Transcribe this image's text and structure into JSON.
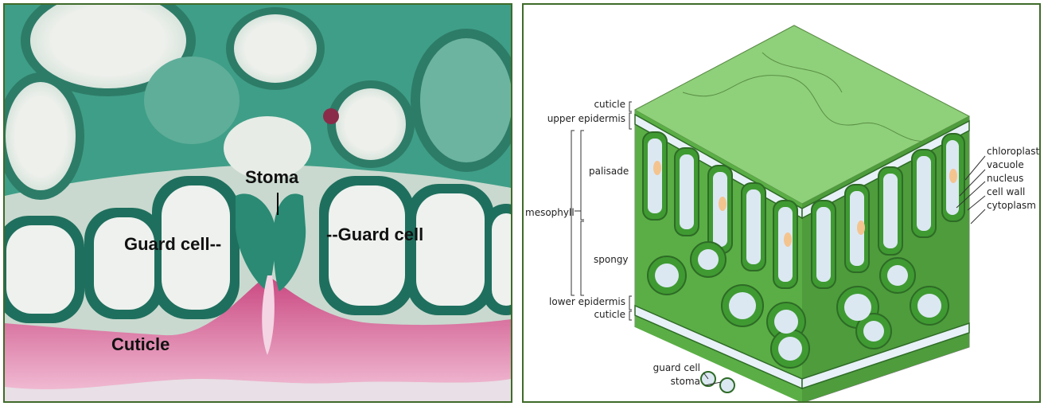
{
  "micrograph": {
    "labels": {
      "stoma": "Stoma",
      "guard_cell_left": "Guard cell--",
      "guard_cell_right": "--Guard cell",
      "cuticle": "Cuticle"
    }
  },
  "diagram": {
    "left_labels": {
      "cuticle_top": "cuticle",
      "upper_epidermis": "upper epidermis",
      "palisade": "palisade",
      "mesophyll": "mesophyll",
      "spongy": "spongy",
      "lower_epidermis": "lower epidermis",
      "cuticle_bottom": "cuticle"
    },
    "right_labels": {
      "chloroplast": "chloroplast",
      "vacuole": "vacuole",
      "nucleus": "nucleus",
      "cell_wall": "cell wall",
      "cytoplasm": "cytoplasm"
    },
    "bottom_labels": {
      "guard_cell": "guard cell",
      "stoma": "stoma"
    }
  },
  "colors": {
    "frame": "#3f6b2a",
    "cell_green": "#2e8a6e",
    "cuticle_pink": "#d9579a",
    "leaf_top": "#7cc765",
    "leaf_dark": "#3f9a32",
    "vacuole": "#dbe8f2"
  }
}
